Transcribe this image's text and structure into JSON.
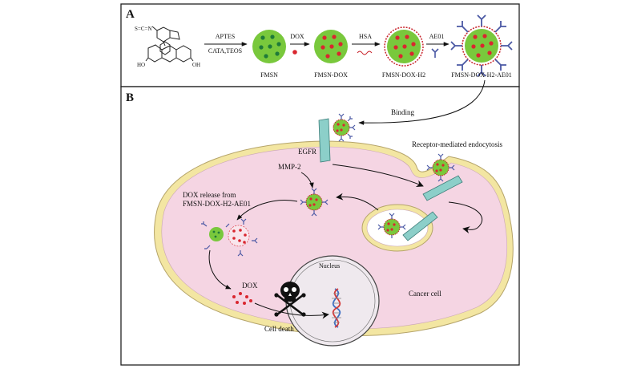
{
  "panels": {
    "a": {
      "letter": "A",
      "molecule": {
        "group": "S=C=N",
        "oh_left": "HO",
        "oh_right": "OH"
      },
      "reagents": {
        "r1_top": "APTES",
        "r1_bottom": "CATA,TEOS",
        "r2": "DOX",
        "r3": "HSA",
        "r4": "AE01"
      },
      "products": {
        "p1": "FMSN",
        "p2": "FMSN-DOX",
        "p3": "FMSN-DOX-H2",
        "p4": "FMSN-DOX-H2-AE01"
      }
    },
    "b": {
      "letter": "B",
      "binding": "Binding",
      "egfr": "EGFR",
      "mmp2": "MMP-2",
      "endocytosis": "Receptor-mediated endocytosis",
      "release_l1": "DOX release from",
      "release_l2": "FMSN-DOX-H2-AE01",
      "dox": "DOX",
      "nucleus": "Nucleus",
      "cancer_cell": "Cancer cell",
      "cell_death": "Cell death"
    }
  },
  "colors": {
    "panel_border": "#222222",
    "cell_fill": "#f5d5e3",
    "membrane": "#f3e6a2",
    "membrane_stroke": "#b5a46a",
    "nucleus_fill": "#efe9ee",
    "core_green": "#79c83c",
    "dox_red": "#d9262f",
    "hsa_red": "#c8232b",
    "antibody_blue": "#4a58a4",
    "receptor_teal": "#8ccfc9",
    "dna_blue": "#3c6fc4",
    "dna_red": "#d23a3a"
  }
}
